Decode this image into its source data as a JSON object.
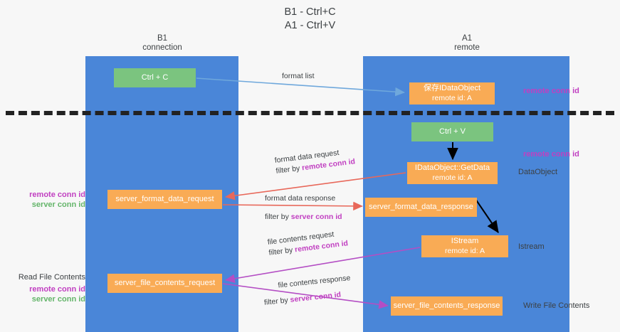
{
  "title": "B1 - Ctrl+C\nA1 - Ctrl+V",
  "title_line1": "B1 - Ctrl+C",
  "title_line2": "A1 - Ctrl+V",
  "colors": {
    "lane": "#4a86d8",
    "node_green": "#7bc47f",
    "node_orange": "#f9ab55",
    "accent_purple": "#c13fc1",
    "accent_green": "#64b56a",
    "arrow_red": "#e8685a",
    "arrow_blue": "#6fa8dc",
    "arrow_purple": "#b44ec4",
    "arrow_black": "#000000",
    "divider": "#222222",
    "background": "#f7f7f7"
  },
  "lanes": [
    {
      "id": "b1",
      "title": "B1",
      "subtitle": "connection"
    },
    {
      "id": "a1",
      "title": "A1",
      "subtitle": "remote"
    }
  ],
  "nodes": {
    "ctrl_c": {
      "label": "Ctrl + C",
      "color": "green"
    },
    "ctrl_v": {
      "label": "Ctrl + V",
      "color": "green"
    },
    "idataobject": {
      "line1": "保存IDataObject",
      "line2": "remote id: A",
      "color": "orange"
    },
    "getdata": {
      "line1": "IDataObject::GetData",
      "line2": "remote id: A",
      "color": "orange"
    },
    "istream": {
      "line1": "IStream",
      "line2": "remote id: A",
      "color": "orange"
    },
    "server_format_data_request": {
      "label": "server_format_data_request",
      "color": "orange"
    },
    "server_format_data_response": {
      "label": "server_format_data_response",
      "color": "orange"
    },
    "server_file_contents_request": {
      "label": "server_file_contents_request",
      "color": "orange"
    },
    "server_file_contents_response": {
      "label": "server_file_contents_response",
      "color": "orange"
    }
  },
  "edge_labels": {
    "format_list": "format list",
    "format_data_request": {
      "line1": "format data request",
      "prefix": "filter by ",
      "highlight": "remote conn id"
    },
    "format_data_response": {
      "line1": "format data response",
      "prefix": "filter by ",
      "highlight": "server conn id"
    },
    "file_contents_request": {
      "line1": "file contents request",
      "prefix": "filter by ",
      "highlight": "remote conn id"
    },
    "file_contents_response": {
      "line1": "file contents response",
      "prefix": "filter by ",
      "highlight": "server conn id"
    }
  },
  "side_labels": {
    "remote_conn_id_top": "remote conn id",
    "remote_conn_id_mid": "remote conn id",
    "dataobject": "DataObject",
    "istream": "Istream",
    "write_file_contents": "Write File Contents"
  },
  "left_labels": {
    "read_file_contents": "Read File Contents",
    "legend_remote": "remote conn id",
    "legend_server": "server conn id"
  }
}
